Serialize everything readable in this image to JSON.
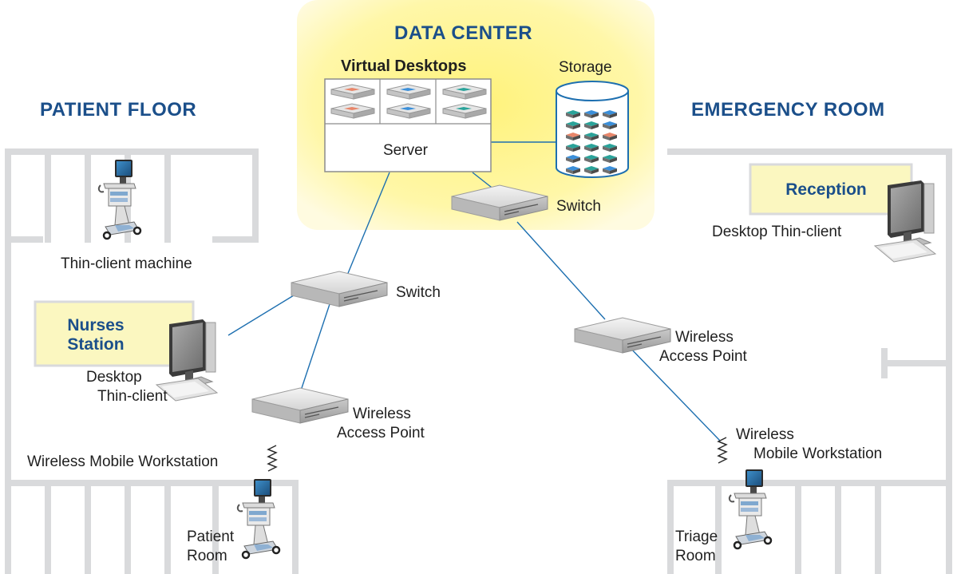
{
  "colors": {
    "zone_title": "#1b4f8a",
    "data_center_glow": "#fff27a",
    "network_line": "#1d6fb0",
    "wall": "#d9dadc",
    "label_box": "#fbf7c0"
  },
  "zones": {
    "data_center": "DATA CENTER",
    "patient_floor": "PATIENT FLOOR",
    "emergency_room": "EMERGENCY ROOM"
  },
  "data_center": {
    "virtual_desktops": "Virtual Desktops",
    "server": "Server",
    "storage": "Storage",
    "switch": "Switch"
  },
  "patient_floor": {
    "thin_client_machine": "Thin-client machine",
    "switch": "Switch",
    "nurses_station": [
      "Nurses",
      "Station"
    ],
    "desktop_thin_client": [
      "Desktop",
      "Thin-client"
    ],
    "wireless_access_point": [
      "Wireless",
      "Access Point"
    ],
    "wireless_mobile_workstation": "Wireless Mobile Workstation",
    "patient_room": [
      "Patient",
      "Room"
    ]
  },
  "emergency_room": {
    "reception": "Reception",
    "desktop_thin_client": "Desktop Thin-client",
    "wireless_access_point": [
      "Wireless",
      "Access Point"
    ],
    "wireless_mobile_workstation": [
      "Wireless",
      "Mobile Workstation"
    ],
    "triage_room": [
      "Triage",
      "Room"
    ]
  },
  "icons": [
    "server-rack-icon",
    "storage-cylinder-icon",
    "network-switch-icon",
    "wireless-access-point-icon",
    "medical-cart-workstation-icon",
    "desktop-monitor-icon",
    "wireless-signal-icon"
  ]
}
